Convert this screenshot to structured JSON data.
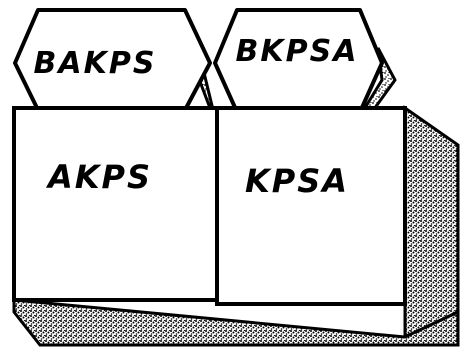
{
  "diagram": {
    "top_left_hexagon": {
      "label": "BAKPS"
    },
    "top_right_hexagon": {
      "label": "BKPSA"
    },
    "front_left_face": {
      "label": "AKPS"
    },
    "front_right_face": {
      "label": "KPSA"
    }
  },
  "colors": {
    "outline": "#000000",
    "face_fill": "#ffffff",
    "stipple": "#000000"
  }
}
